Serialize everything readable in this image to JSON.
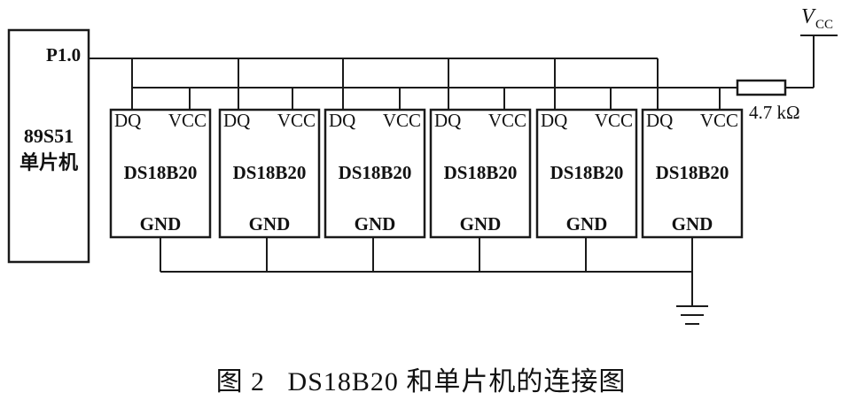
{
  "mcu": {
    "pin_label": "P1.0",
    "name_line1": "89S51",
    "name_line2": "单片机"
  },
  "sensors": [
    {
      "dq": "DQ",
      "vcc": "VCC",
      "name": "DS18B20",
      "gnd": "GND"
    },
    {
      "dq": "DQ",
      "vcc": "VCC",
      "name": "DS18B20",
      "gnd": "GND"
    },
    {
      "dq": "DQ",
      "vcc": "VCC",
      "name": "DS18B20",
      "gnd": "GND"
    },
    {
      "dq": "DQ",
      "vcc": "VCC",
      "name": "DS18B20",
      "gnd": "GND"
    },
    {
      "dq": "DQ",
      "vcc": "VCC",
      "name": "DS18B20",
      "gnd": "GND"
    },
    {
      "dq": "DQ",
      "vcc": "VCC",
      "name": "DS18B20",
      "gnd": "GND"
    }
  ],
  "supply": {
    "symbol": "V",
    "subscript": "CC",
    "resistor_label": "4.7 kΩ"
  },
  "caption": "图 2   DS18B20 和单片机的连接图"
}
